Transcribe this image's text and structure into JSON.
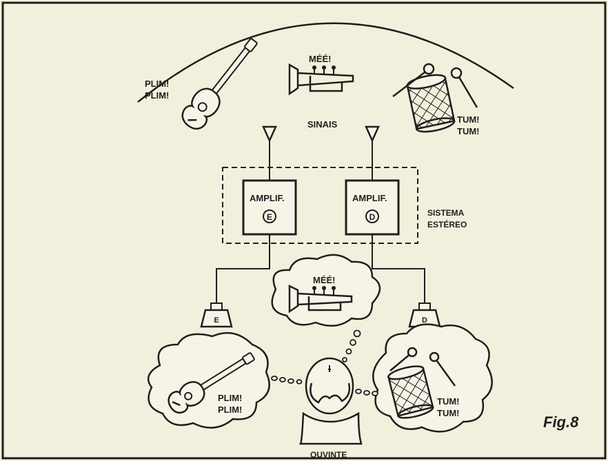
{
  "top": {
    "sound_guitar": [
      "PLIM!",
      "PLIM!"
    ],
    "sound_trumpet": "MÉÉ!",
    "sound_drum": [
      "TUM!",
      "TUM!"
    ],
    "signals_label": "SINAIS"
  },
  "amplifiers": [
    {
      "label": "AMPLIF.",
      "channel": "E"
    },
    {
      "label": "AMPLIF.",
      "channel": "D"
    }
  ],
  "system_label": [
    "SISTEMA",
    "ESTÉREO"
  ],
  "speakers": [
    {
      "channel": "E"
    },
    {
      "channel": "D"
    }
  ],
  "thoughts": {
    "trumpet": "MÉÉ!",
    "guitar": [
      "PLIM!",
      "PLIM!"
    ],
    "drum": [
      "TUM!",
      "TUM!"
    ]
  },
  "listener_label": "OUVINTE",
  "figure_label": "Fig.8",
  "colors": {
    "paper": "#f2f0dc",
    "ink": "#1e1e1e"
  }
}
